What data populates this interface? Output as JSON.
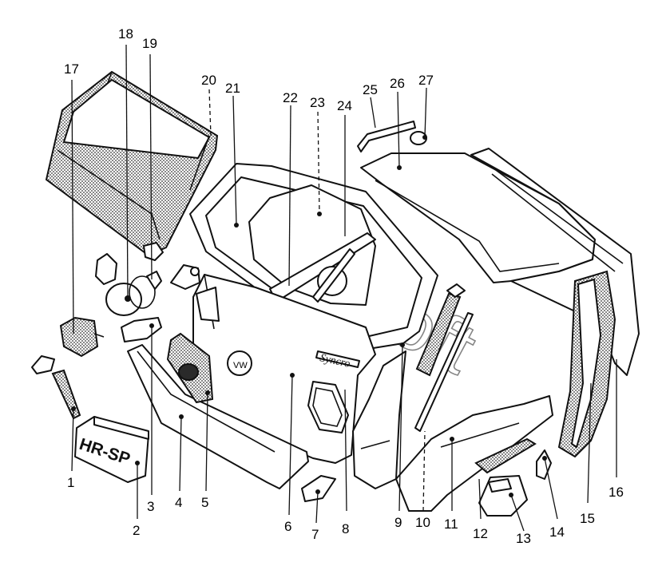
{
  "watermark": "AutoSoft",
  "plate_text": "HR-SP",
  "emblem_text": "Syncro",
  "callouts": [
    "1",
    "2",
    "3",
    "4",
    "5",
    "6",
    "7",
    "8",
    "9",
    "10",
    "11",
    "12",
    "13",
    "14",
    "15",
    "16",
    "17",
    "18",
    "19",
    "20",
    "21",
    "22",
    "23",
    "24",
    "25",
    "26",
    "27"
  ]
}
